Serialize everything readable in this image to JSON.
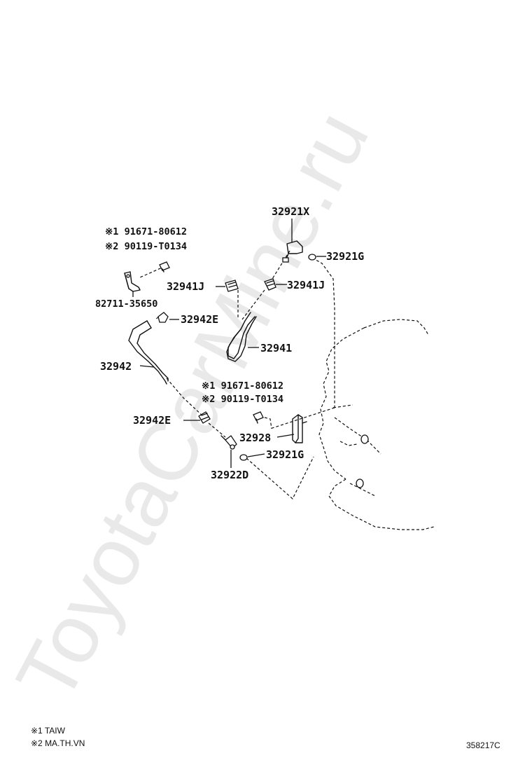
{
  "watermark": "ToyotaCarMine.ru",
  "diagram_code": "358217C",
  "footnotes": [
    "※1 TAIW",
    "※2 MA.TH.VN"
  ],
  "labels": {
    "p32921x": "32921X",
    "p32921g_top": "32921G",
    "p32941j_left": "32941J",
    "p32941j_right": "32941J",
    "p32941": "32941",
    "p32942e_top": "32942E",
    "p32942": "32942",
    "p32942e_bottom": "32942E",
    "p32928": "32928",
    "p32921g_bottom": "32921G",
    "p32922d": "32922D",
    "p82711": "82711-35650",
    "alt_top_1": "※1 91671-80612",
    "alt_top_2": "※2 90119-T0134",
    "alt_mid_1": "※1 91671-80612",
    "alt_mid_2": "※2 90119-T0134"
  }
}
